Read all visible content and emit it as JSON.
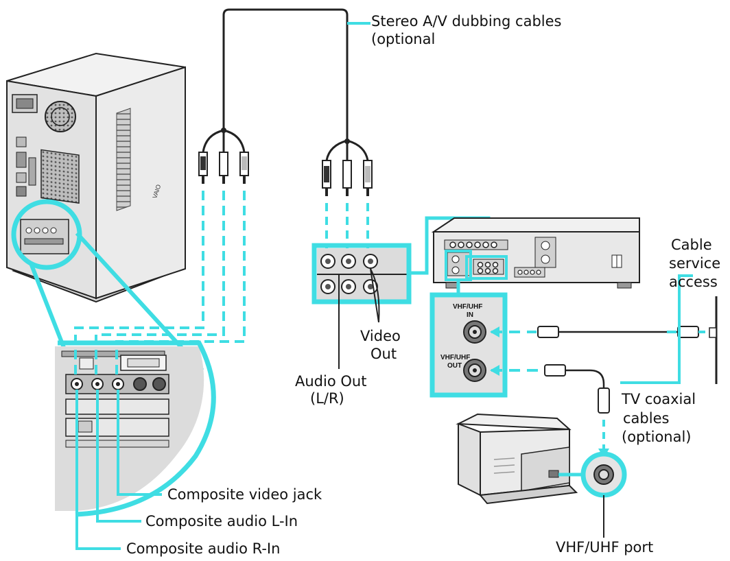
{
  "labels": {
    "stereo_av_line1": "Stereo A/V dubbing cables",
    "stereo_av_line2": "(optional",
    "cable_service_line1": "Cable",
    "cable_service_line2": "service",
    "cable_service_line3": "access",
    "video_out_line1": "Video",
    "video_out_line2": "Out",
    "audio_out_line1": "Audio Out",
    "audio_out_line2": "(L/R)",
    "tv_coax_line1": "TV coaxial",
    "tv_coax_line2": "cables",
    "tv_coax_line3": "(optional)",
    "composite_video": "Composite video jack",
    "composite_audio_l": "Composite audio L-In",
    "composite_audio_r": "Composite audio R-In",
    "vhf_uhf_port": "VHF/UHF port",
    "vcr_in_line1": "VHF/UHF",
    "vcr_in_line2": "IN",
    "vcr_out_line1": "VHF/UHF",
    "vcr_out_line2": "OUT",
    "pc_brand": "VAIO"
  },
  "colors": {
    "highlight": "#3fdde3",
    "line": "#222222",
    "device_fill": "#e6e6e6",
    "device_shade": "#cfcfcf"
  },
  "icons": [
    "computer-tower-icon",
    "vcr-icon",
    "tv-monitor-icon",
    "rca-plug-icon",
    "coaxial-plug-icon"
  ]
}
